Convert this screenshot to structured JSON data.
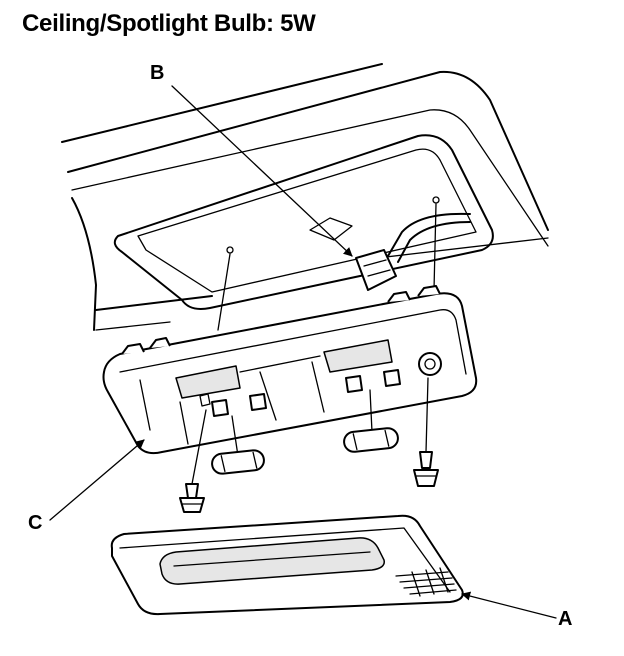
{
  "title": "Ceiling/Spotlight Bulb: 5W",
  "callouts": {
    "a": "A",
    "b": "B",
    "c": "C"
  }
}
